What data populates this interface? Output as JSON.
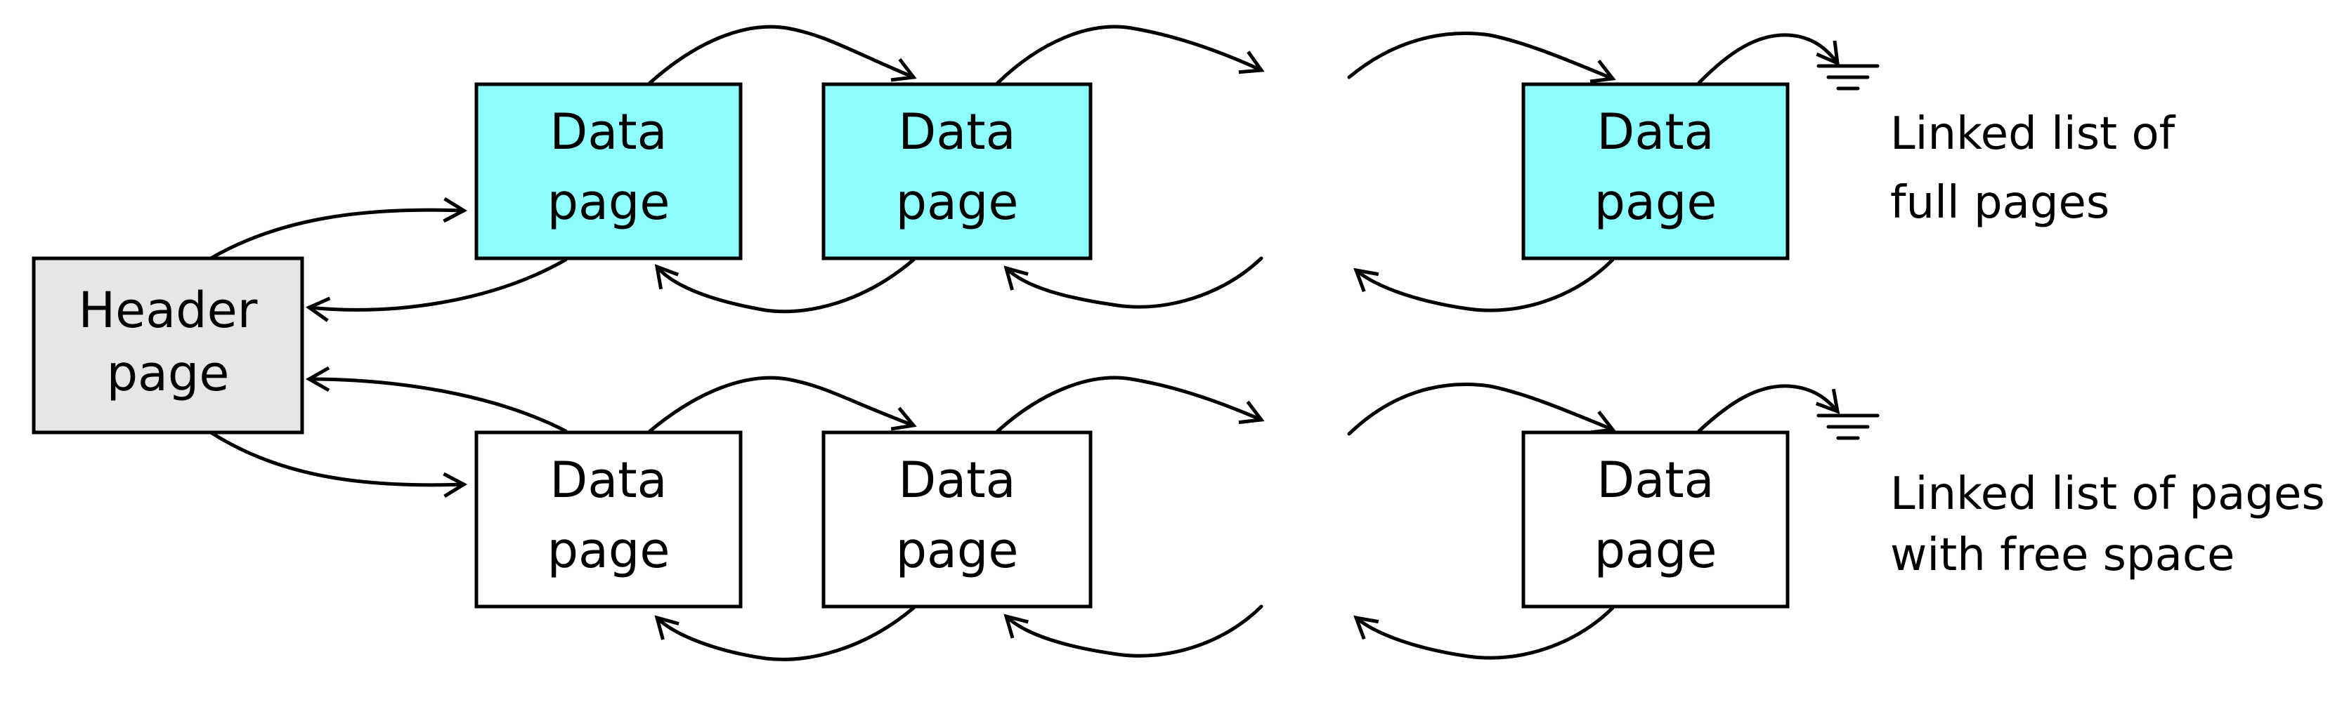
{
  "colors": {
    "header_fill": "#e6e6e6",
    "full_page_fill": "#8cfcfc",
    "free_page_fill": "#ffffff",
    "stroke": "#000000"
  },
  "header": {
    "line1": "Header",
    "line2": "page"
  },
  "data_page": {
    "line1": "Data",
    "line2": "page"
  },
  "full_list": {
    "line1": "Linked list of",
    "line2": "full pages"
  },
  "free_list": {
    "line1": "Linked list of pages",
    "line2": "with free space"
  }
}
